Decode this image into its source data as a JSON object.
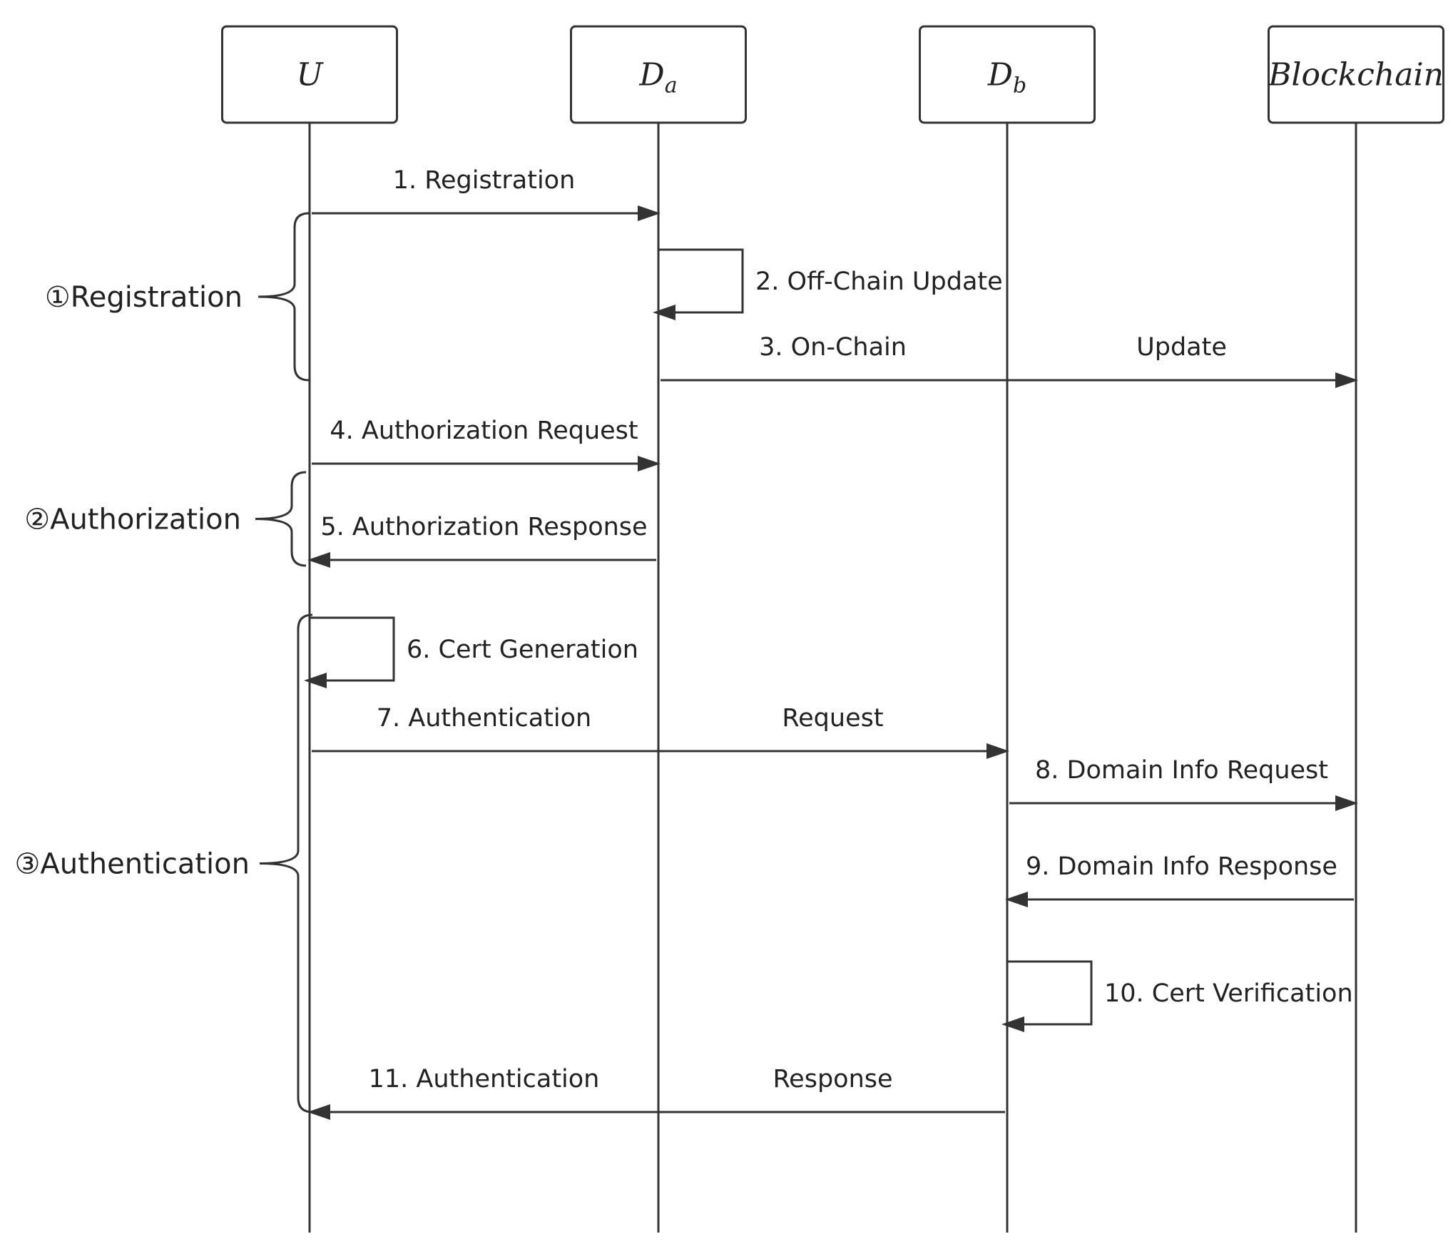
{
  "participants": [
    {
      "id": "U",
      "name": "U",
      "sub": ""
    },
    {
      "id": "Da",
      "name": "D",
      "sub": "a"
    },
    {
      "id": "Db",
      "name": "D",
      "sub": "b"
    },
    {
      "id": "Blockchain",
      "name": "Blockchain",
      "sub": ""
    }
  ],
  "phases": [
    {
      "id": "registration",
      "label": "①Registration"
    },
    {
      "id": "authorization",
      "label": "②Authorization"
    },
    {
      "id": "authentication",
      "label": "③Authentication"
    }
  ],
  "messages": [
    {
      "id": "m1",
      "from": "U",
      "to": "Da",
      "labels": [
        "1. Registration"
      ]
    },
    {
      "id": "m2",
      "from": "Da",
      "to": "Da",
      "self": true,
      "labels": [
        "2. Off-Chain Update"
      ]
    },
    {
      "id": "m3",
      "from": "Da",
      "to": "Blockchain",
      "labels": [
        "3. On-Chain",
        "Update"
      ]
    },
    {
      "id": "m4",
      "from": "U",
      "to": "Da",
      "labels": [
        "4. Authorization Request"
      ]
    },
    {
      "id": "m5",
      "from": "Da",
      "to": "U",
      "labels": [
        "5. Authorization Response"
      ]
    },
    {
      "id": "m6",
      "from": "U",
      "to": "U",
      "self": true,
      "labels": [
        "6. Cert Generation"
      ]
    },
    {
      "id": "m7",
      "from": "U",
      "to": "Db",
      "labels": [
        "7. Authentication",
        "Request"
      ]
    },
    {
      "id": "m8",
      "from": "Db",
      "to": "Blockchain",
      "labels": [
        "8. Domain Info Request"
      ]
    },
    {
      "id": "m9",
      "from": "Blockchain",
      "to": "Db",
      "labels": [
        "9. Domain Info Response"
      ]
    },
    {
      "id": "m10",
      "from": "Db",
      "to": "Db",
      "self": true,
      "labels": [
        "10. Cert Verification"
      ]
    },
    {
      "id": "m11",
      "from": "Db",
      "to": "U",
      "labels": [
        "11. Authentication",
        "Response"
      ]
    }
  ]
}
